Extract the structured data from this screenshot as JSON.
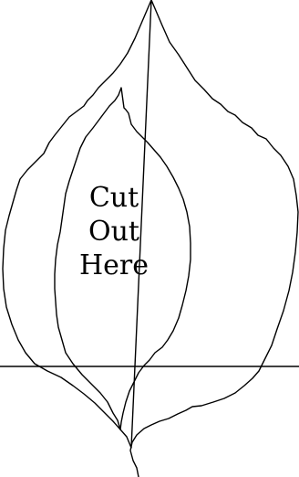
{
  "label": {
    "line1": "Cut",
    "line2": "Out",
    "line3": "Here"
  },
  "colors": {
    "stroke": "#000000",
    "background": "#ffffff"
  }
}
